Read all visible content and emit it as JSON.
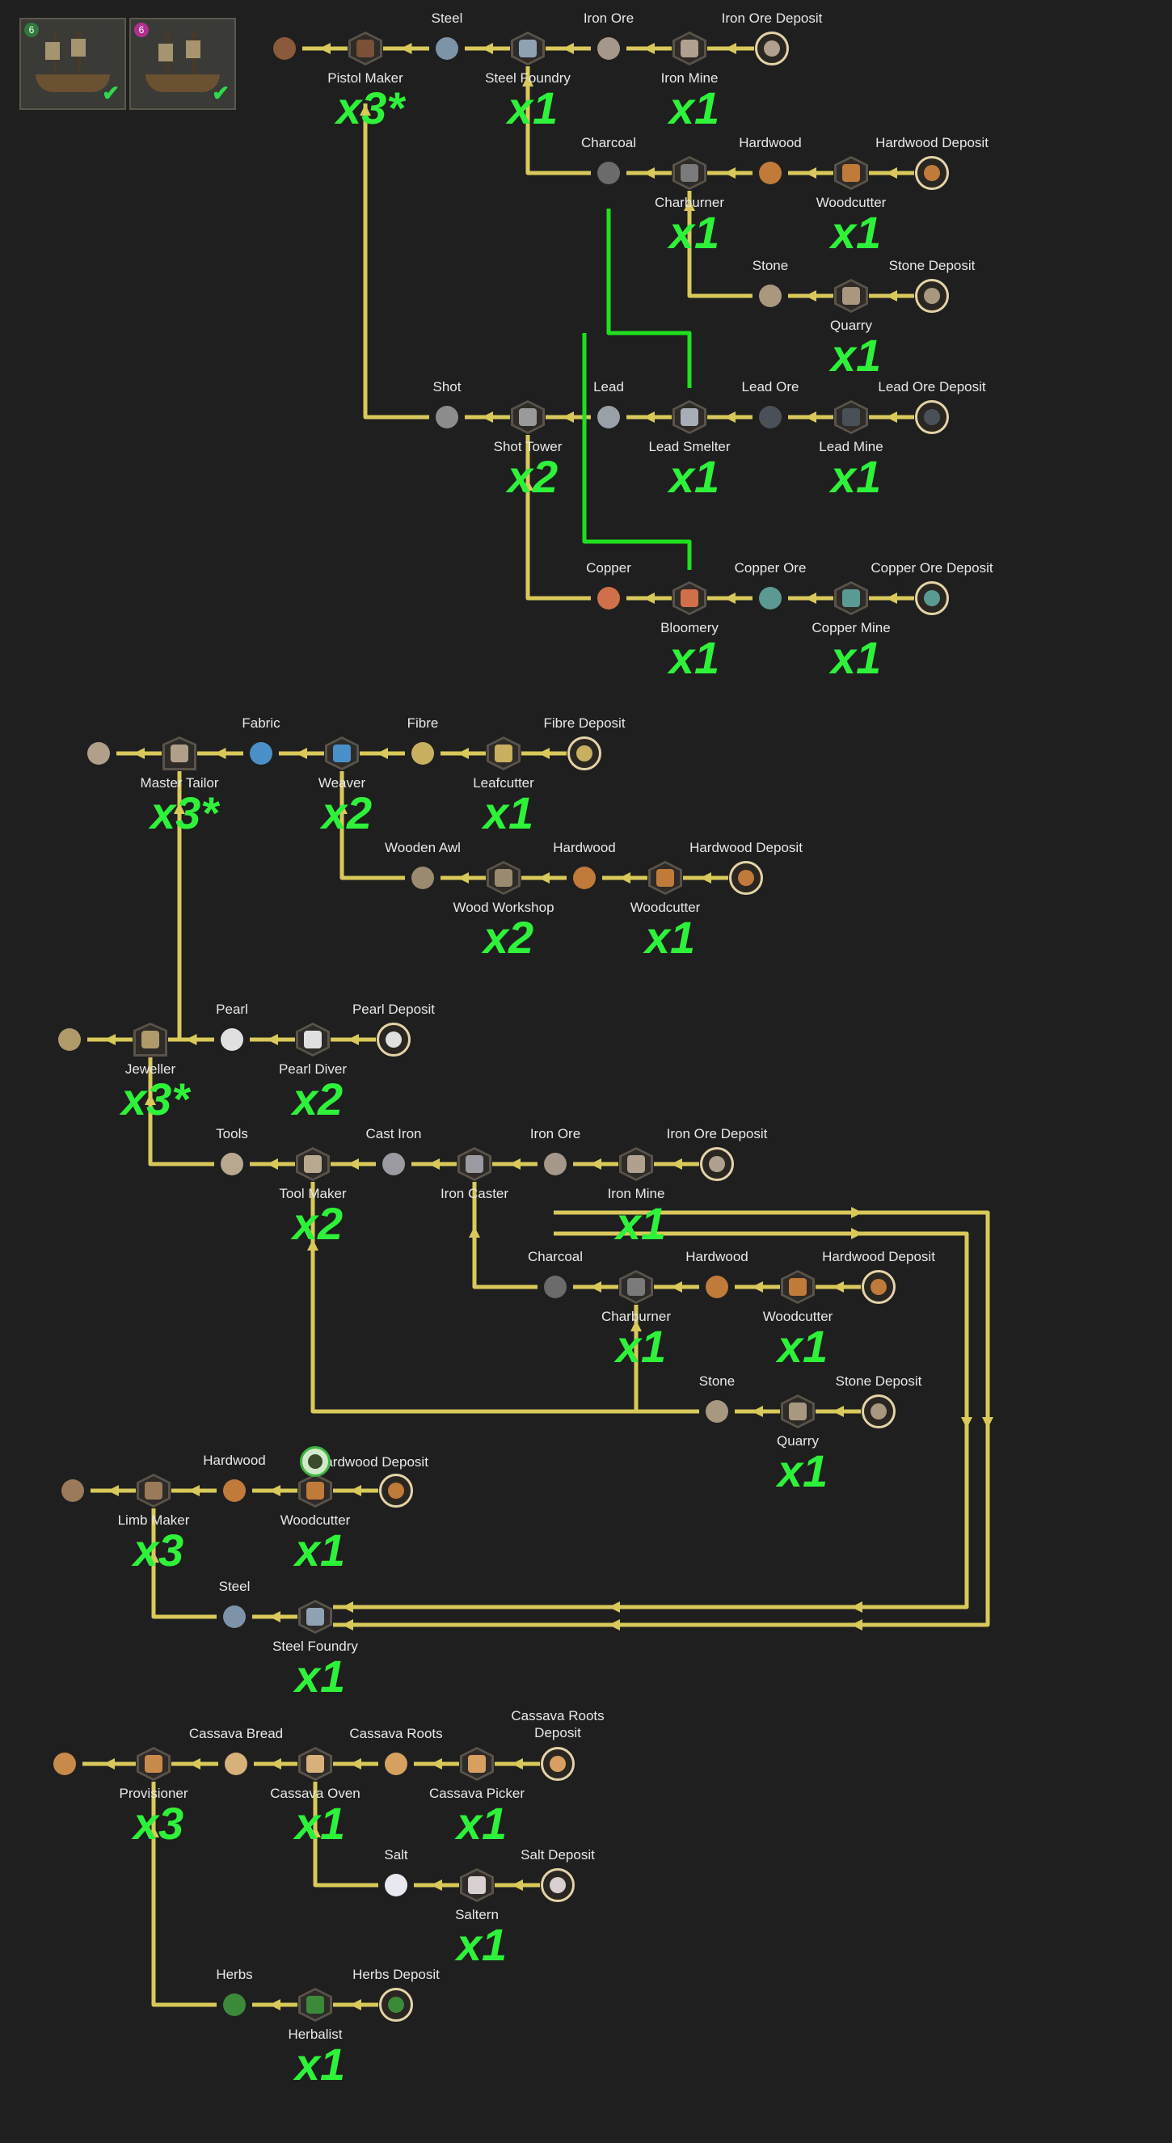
{
  "colors": {
    "background": "#1f1f1f",
    "wire": "#d9c95a",
    "highlight_wire": "#1fe01f",
    "count": "#2ef23a",
    "label": "#e8e8e8"
  },
  "ships": [
    {
      "tier": "6",
      "tier_color": "#2f7a3c",
      "status": "check-icon"
    },
    {
      "tier": "6",
      "tier_color": "#b0308f",
      "status": "check-icon"
    }
  ],
  "nodes": [
    {
      "id": "out_pistol",
      "shape": "good",
      "icon": "pistol-icon",
      "color": "#8a5a3a",
      "label": "",
      "pos": "top"
    },
    {
      "id": "pistol_maker",
      "shape": "hex",
      "icon": "pistol-icon",
      "color": "#7a5036",
      "label": "Pistol Maker",
      "pos": "bottom"
    },
    {
      "id": "steel1",
      "shape": "good",
      "icon": "steel-icon",
      "color": "#7d93a8",
      "label": "Steel",
      "pos": "top"
    },
    {
      "id": "steel_foundry1",
      "shape": "hex",
      "icon": "steel-icon",
      "color": "#8ea2b4",
      "label": "Steel Foundry",
      "pos": "bottom"
    },
    {
      "id": "iron_ore1",
      "shape": "good",
      "icon": "iron-ore-icon",
      "color": "#a59789",
      "label": "Iron Ore",
      "pos": "top"
    },
    {
      "id": "iron_mine1",
      "shape": "hex",
      "icon": "iron-ore-icon",
      "color": "#b0a090",
      "label": "Iron Mine",
      "pos": "bottom"
    },
    {
      "id": "iron_dep1",
      "shape": "deposit",
      "icon": "iron-ore-icon",
      "color": "#b0a090",
      "label": "Iron Ore Deposit",
      "pos": "top"
    },
    {
      "id": "charcoal1",
      "shape": "good",
      "icon": "charcoal-icon",
      "color": "#6b6b6b",
      "label": "Charcoal",
      "pos": "top"
    },
    {
      "id": "charburner1",
      "shape": "hex",
      "icon": "charcoal-icon",
      "color": "#7a7a7a",
      "label": "Charburner",
      "pos": "bottom"
    },
    {
      "id": "hardwood1",
      "shape": "good",
      "icon": "hardwood-icon",
      "color": "#c07a3a",
      "label": "Hardwood",
      "pos": "top"
    },
    {
      "id": "woodcutter1",
      "shape": "hex",
      "icon": "hardwood-icon",
      "color": "#c07a3a",
      "label": "Woodcutter",
      "pos": "bottom"
    },
    {
      "id": "hardwood_dep1",
      "shape": "deposit",
      "icon": "hardwood-icon",
      "color": "#c07a3a",
      "label": "Hardwood Deposit",
      "pos": "top"
    },
    {
      "id": "stone1",
      "shape": "good",
      "icon": "stone-icon",
      "color": "#a89880",
      "label": "Stone",
      "pos": "top"
    },
    {
      "id": "quarry1",
      "shape": "hex",
      "icon": "stone-icon",
      "color": "#a89880",
      "label": "Quarry",
      "pos": "bottom"
    },
    {
      "id": "stone_dep1",
      "shape": "deposit",
      "icon": "stone-icon",
      "color": "#a89880",
      "label": "Stone Deposit",
      "pos": "top"
    },
    {
      "id": "shot",
      "shape": "good",
      "icon": "shot-icon",
      "color": "#8d8d8d",
      "label": "Shot",
      "pos": "top"
    },
    {
      "id": "shot_tower",
      "shape": "hex",
      "icon": "shot-icon",
      "color": "#9a9a9a",
      "label": "Shot Tower",
      "pos": "bottom"
    },
    {
      "id": "lead",
      "shape": "good",
      "icon": "lead-icon",
      "color": "#9aa0a8",
      "label": "Lead",
      "pos": "top"
    },
    {
      "id": "lead_smelter",
      "shape": "hex",
      "icon": "lead-icon",
      "color": "#a8aeb6",
      "label": "Lead Smelter",
      "pos": "bottom"
    },
    {
      "id": "lead_ore",
      "shape": "good",
      "icon": "lead-ore-icon",
      "color": "#4a5058",
      "label": "Lead Ore",
      "pos": "top"
    },
    {
      "id": "lead_mine",
      "shape": "hex",
      "icon": "lead-ore-icon",
      "color": "#4a5058",
      "label": "Lead Mine",
      "pos": "bottom"
    },
    {
      "id": "lead_dep",
      "shape": "deposit",
      "icon": "lead-ore-icon",
      "color": "#4a5058",
      "label": "Lead Ore Deposit",
      "pos": "top"
    },
    {
      "id": "copper",
      "shape": "good",
      "icon": "copper-icon",
      "color": "#d0704a",
      "label": "Copper",
      "pos": "top"
    },
    {
      "id": "bloomery",
      "shape": "hex",
      "icon": "copper-icon",
      "color": "#d0704a",
      "label": "Bloomery",
      "pos": "bottom"
    },
    {
      "id": "copper_ore",
      "shape": "good",
      "icon": "copper-ore-icon",
      "color": "#5a9a92",
      "label": "Copper Ore",
      "pos": "top"
    },
    {
      "id": "copper_mine",
      "shape": "hex",
      "icon": "copper-ore-icon",
      "color": "#5a9a92",
      "label": "Copper Mine",
      "pos": "bottom"
    },
    {
      "id": "copper_dep",
      "shape": "deposit",
      "icon": "copper-ore-icon",
      "color": "#5a9a92",
      "label": "Copper Ore Deposit",
      "pos": "top"
    },
    {
      "id": "out_coat",
      "shape": "good",
      "icon": "coat-icon",
      "color": "#b0a08a",
      "label": "",
      "pos": "top"
    },
    {
      "id": "master_tailor",
      "shape": "house",
      "icon": "coat-icon",
      "color": "#b0a08a",
      "label": "Master Tailor",
      "pos": "bottom"
    },
    {
      "id": "fabric",
      "shape": "good",
      "icon": "fabric-icon",
      "color": "#4a90c8",
      "label": "Fabric",
      "pos": "top"
    },
    {
      "id": "weaver",
      "shape": "hex",
      "icon": "fabric-icon",
      "color": "#4a90c8",
      "label": "Weaver",
      "pos": "bottom"
    },
    {
      "id": "fibre",
      "shape": "good",
      "icon": "fibre-icon",
      "color": "#c8b060",
      "label": "Fibre",
      "pos": "top"
    },
    {
      "id": "leafcutter",
      "shape": "hex",
      "icon": "fibre-icon",
      "color": "#c8b060",
      "label": "Leafcutter",
      "pos": "bottom"
    },
    {
      "id": "fibre_dep",
      "shape": "deposit",
      "icon": "fibre-icon",
      "color": "#c8b060",
      "label": "Fibre Deposit",
      "pos": "top"
    },
    {
      "id": "wooden_awl",
      "shape": "good",
      "icon": "awl-icon",
      "color": "#9a8a70",
      "label": "Wooden Awl",
      "pos": "top"
    },
    {
      "id": "wood_workshop",
      "shape": "hex",
      "icon": "awl-icon",
      "color": "#9a8a70",
      "label": "Wood Workshop",
      "pos": "bottom"
    },
    {
      "id": "hardwood2",
      "shape": "good",
      "icon": "hardwood-icon",
      "color": "#c07a3a",
      "label": "Hardwood",
      "pos": "top"
    },
    {
      "id": "woodcutter2",
      "shape": "hex",
      "icon": "hardwood-icon",
      "color": "#c07a3a",
      "label": "Woodcutter",
      "pos": "bottom"
    },
    {
      "id": "hardwood_dep2",
      "shape": "deposit",
      "icon": "hardwood-icon",
      "color": "#c07a3a",
      "label": "Hardwood Deposit",
      "pos": "top"
    },
    {
      "id": "out_necklace",
      "shape": "good",
      "icon": "necklace-icon",
      "color": "#b09a6a",
      "label": "",
      "pos": "top"
    },
    {
      "id": "jeweller",
      "shape": "house",
      "icon": "necklace-icon",
      "color": "#b09a6a",
      "label": "Jeweller",
      "pos": "bottom"
    },
    {
      "id": "pearl",
      "shape": "good",
      "icon": "pearl-icon",
      "color": "#e0e0e0",
      "label": "Pearl",
      "pos": "top"
    },
    {
      "id": "pearl_diver",
      "shape": "hex",
      "icon": "pearl-icon",
      "color": "#e0e0e0",
      "label": "Pearl Diver",
      "pos": "bottom"
    },
    {
      "id": "pearl_dep",
      "shape": "deposit",
      "icon": "pearl-icon",
      "color": "#e0e0e0",
      "label": "Pearl Deposit",
      "pos": "top"
    },
    {
      "id": "tools",
      "shape": "good",
      "icon": "tools-icon",
      "color": "#b8a890",
      "label": "Tools",
      "pos": "top"
    },
    {
      "id": "tool_maker",
      "shape": "hex",
      "icon": "tools-icon",
      "color": "#b8a890",
      "label": "Tool Maker",
      "pos": "bottom"
    },
    {
      "id": "cast_iron",
      "shape": "good",
      "icon": "cast-iron-icon",
      "color": "#9a9aa0",
      "label": "Cast Iron",
      "pos": "top"
    },
    {
      "id": "iron_caster",
      "shape": "hex",
      "icon": "cast-iron-icon",
      "color": "#9a9aa0",
      "label": "Iron Caster",
      "pos": "bottom"
    },
    {
      "id": "iron_ore2",
      "shape": "good",
      "icon": "iron-ore-icon",
      "color": "#a59789",
      "label": "Iron Ore",
      "pos": "top"
    },
    {
      "id": "iron_mine2",
      "shape": "hex",
      "icon": "iron-ore-icon",
      "color": "#b0a090",
      "label": "Iron Mine",
      "pos": "bottom"
    },
    {
      "id": "iron_dep2",
      "shape": "deposit",
      "icon": "iron-ore-icon",
      "color": "#b0a090",
      "label": "Iron Ore Deposit",
      "pos": "top"
    },
    {
      "id": "charcoal2",
      "shape": "good",
      "icon": "charcoal-icon",
      "color": "#6b6b6b",
      "label": "Charcoal",
      "pos": "top"
    },
    {
      "id": "charburner2",
      "shape": "hex",
      "icon": "charcoal-icon",
      "color": "#7a7a7a",
      "label": "Charburner",
      "pos": "bottom"
    },
    {
      "id": "hardwood3",
      "shape": "good",
      "icon": "hardwood-icon",
      "color": "#c07a3a",
      "label": "Hardwood",
      "pos": "top"
    },
    {
      "id": "woodcutter3",
      "shape": "hex",
      "icon": "hardwood-icon",
      "color": "#c07a3a",
      "label": "Woodcutter",
      "pos": "bottom"
    },
    {
      "id": "hardwood_dep3",
      "shape": "deposit",
      "icon": "hardwood-icon",
      "color": "#c07a3a",
      "label": "Hardwood Deposit",
      "pos": "top"
    },
    {
      "id": "stone2",
      "shape": "good",
      "icon": "stone-icon",
      "color": "#a89880",
      "label": "Stone",
      "pos": "top"
    },
    {
      "id": "quarry2",
      "shape": "hex",
      "icon": "stone-icon",
      "color": "#a89880",
      "label": "Quarry",
      "pos": "bottom"
    },
    {
      "id": "stone_dep2",
      "shape": "deposit",
      "icon": "stone-icon",
      "color": "#a89880",
      "label": "Stone Deposit",
      "pos": "top"
    },
    {
      "id": "out_limb",
      "shape": "good",
      "icon": "limb-icon",
      "color": "#9a7a5a",
      "label": "",
      "pos": "top"
    },
    {
      "id": "limb_maker",
      "shape": "hex",
      "icon": "limb-icon",
      "color": "#9a7a5a",
      "label": "Limb Maker",
      "pos": "bottom"
    },
    {
      "id": "hardwood4",
      "shape": "good",
      "icon": "hardwood-icon",
      "color": "#c07a3a",
      "label": "Hardwood",
      "pos": "top"
    },
    {
      "id": "woodcutter4",
      "shape": "hex",
      "icon": "hardwood-icon",
      "color": "#c07a3a",
      "label": "Woodcutter",
      "pos": "bottom"
    },
    {
      "id": "hardwood_dep4",
      "shape": "deposit",
      "icon": "hardwood-icon",
      "color": "#c07a3a",
      "label": "Hardwood Deposit",
      "pos": "right"
    },
    {
      "id": "steel2",
      "shape": "good",
      "icon": "steel-icon",
      "color": "#7d93a8",
      "label": "Steel",
      "pos": "top"
    },
    {
      "id": "steel_foundry2",
      "shape": "hex",
      "icon": "steel-icon",
      "color": "#8ea2b4",
      "label": "Steel Foundry",
      "pos": "bottom"
    },
    {
      "id": "out_food",
      "shape": "good",
      "icon": "food-icon",
      "color": "#c88a4a",
      "label": "",
      "pos": "top"
    },
    {
      "id": "provisioner",
      "shape": "hex",
      "icon": "food-icon",
      "color": "#c88a4a",
      "label": "Provisioner",
      "pos": "bottom"
    },
    {
      "id": "cassava_bread",
      "shape": "good",
      "icon": "bread-icon",
      "color": "#d8b07a",
      "label": "Cassava Bread",
      "pos": "top"
    },
    {
      "id": "cassava_oven",
      "shape": "hex",
      "icon": "bread-icon",
      "color": "#d8b07a",
      "label": "Cassava Oven",
      "pos": "bottom"
    },
    {
      "id": "cassava_roots",
      "shape": "good",
      "icon": "cassava-icon",
      "color": "#d8a060",
      "label": "Cassava Roots",
      "pos": "top"
    },
    {
      "id": "cassava_picker",
      "shape": "hex",
      "icon": "cassava-icon",
      "color": "#d8a060",
      "label": "Cassava Picker",
      "pos": "bottom"
    },
    {
      "id": "cassava_dep",
      "shape": "deposit",
      "icon": "cassava-icon",
      "color": "#d8a060",
      "label": "Cassava Roots\nDeposit",
      "pos": "top2"
    },
    {
      "id": "salt",
      "shape": "good",
      "icon": "salt-icon",
      "color": "#e8e8f0",
      "label": "Salt",
      "pos": "top"
    },
    {
      "id": "saltern",
      "shape": "hex",
      "icon": "salt-icon",
      "color": "#d8d0d0",
      "label": "Saltern",
      "pos": "bottom"
    },
    {
      "id": "salt_dep",
      "shape": "deposit",
      "icon": "salt-icon",
      "color": "#d8d0d0",
      "label": "Salt Deposit",
      "pos": "top"
    },
    {
      "id": "herbs",
      "shape": "good",
      "icon": "herbs-icon",
      "color": "#3a8a3a",
      "label": "Herbs",
      "pos": "top"
    },
    {
      "id": "herbalist",
      "shape": "hex",
      "icon": "herbs-icon",
      "color": "#3a8a3a",
      "label": "Herbalist",
      "pos": "bottom"
    },
    {
      "id": "herbs_dep",
      "shape": "deposit",
      "icon": "herbs-icon",
      "color": "#3a8a3a",
      "label": "Herbs Deposit",
      "pos": "top"
    }
  ],
  "counts": [
    {
      "node": "pistol_maker",
      "text": "x3*"
    },
    {
      "node": "steel_foundry1",
      "text": "x1"
    },
    {
      "node": "iron_mine1",
      "text": "x1"
    },
    {
      "node": "charburner1",
      "text": "x1"
    },
    {
      "node": "woodcutter1",
      "text": "x1"
    },
    {
      "node": "quarry1",
      "text": "x1"
    },
    {
      "node": "shot_tower",
      "text": "x2"
    },
    {
      "node": "lead_smelter",
      "text": "x1"
    },
    {
      "node": "lead_mine",
      "text": "x1"
    },
    {
      "node": "bloomery",
      "text": "x1"
    },
    {
      "node": "copper_mine",
      "text": "x1"
    },
    {
      "node": "master_tailor",
      "text": "x3*"
    },
    {
      "node": "weaver",
      "text": "x2"
    },
    {
      "node": "leafcutter",
      "text": "x1"
    },
    {
      "node": "wood_workshop",
      "text": "x2"
    },
    {
      "node": "woodcutter2",
      "text": "x1"
    },
    {
      "node": "jeweller",
      "text": "x3*"
    },
    {
      "node": "pearl_diver",
      "text": "x2"
    },
    {
      "node": "tool_maker",
      "text": "x2"
    },
    {
      "node": "iron_mine2",
      "text": "x1"
    },
    {
      "node": "charburner2",
      "text": "x1"
    },
    {
      "node": "woodcutter3",
      "text": "x1"
    },
    {
      "node": "quarry2",
      "text": "x1"
    },
    {
      "node": "limb_maker",
      "text": "x3"
    },
    {
      "node": "woodcutter4",
      "text": "x1"
    },
    {
      "node": "steel_foundry2",
      "text": "x1"
    },
    {
      "node": "provisioner",
      "text": "x3"
    },
    {
      "node": "cassava_oven",
      "text": "x1"
    },
    {
      "node": "cassava_picker",
      "text": "x1"
    },
    {
      "node": "saltern",
      "text": "x1"
    },
    {
      "node": "herbalist",
      "text": "x1"
    }
  ]
}
